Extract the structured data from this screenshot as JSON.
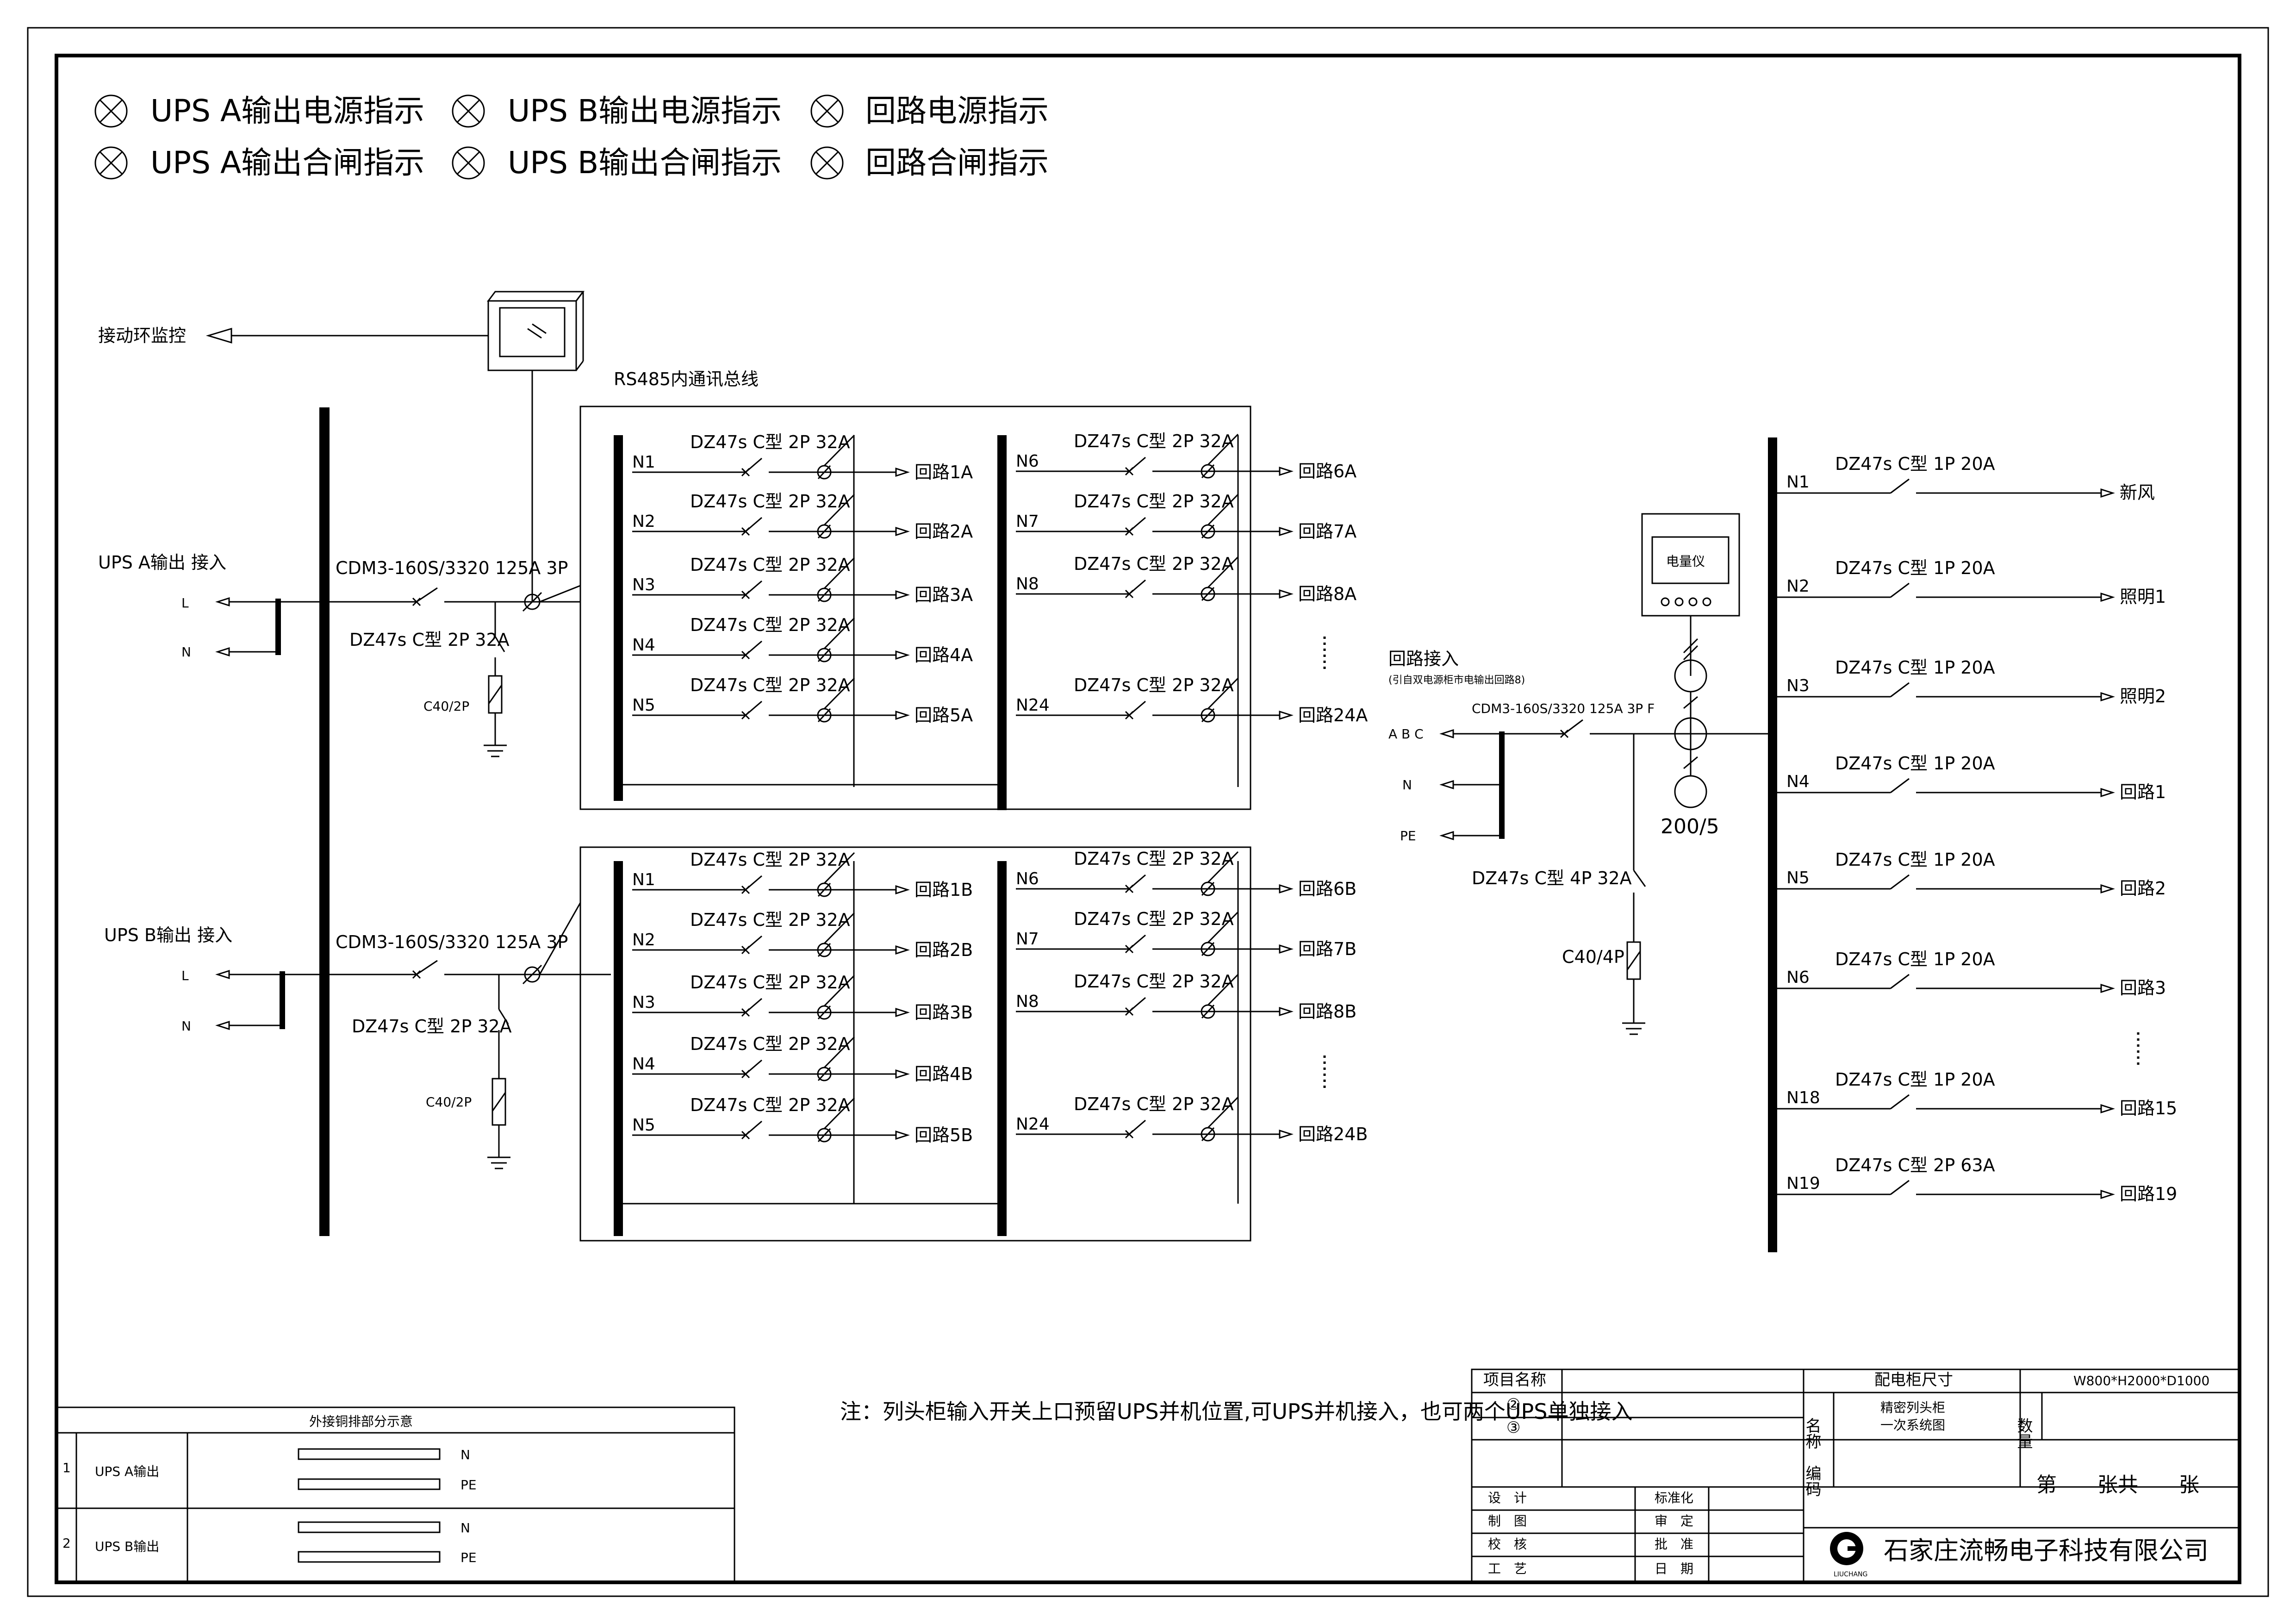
{
  "legend": {
    "items": [
      "UPS A输出电源指示",
      "UPS B输出电源指示",
      "回路电源指示",
      "UPS A输出合闸指示",
      "UPS B输出合闸指示",
      "回路合闸指示"
    ]
  },
  "left": {
    "monitor_label": "接动环监控",
    "rs485_label": "RS485内通讯总线",
    "input_a": {
      "title": "UPS A输出 接入",
      "l": "L",
      "n": "N",
      "main_breaker": "CDM3-160S/3320 125A 3P",
      "spd_breaker": "DZ47s C型 2P 32A",
      "spd": "C40/2P"
    },
    "input_b": {
      "title": "UPS B输出 接入",
      "l": "L",
      "n": "N",
      "main_breaker": "CDM3-160S/3320 125A 3P",
      "spd_breaker": "DZ47s C型 2P 32A",
      "spd": "C40/2P"
    },
    "branch_breaker": "DZ47s C型 2P 32A",
    "group_a": {
      "col1": [
        {
          "node": "N1",
          "circuit": "回路1A"
        },
        {
          "node": "N2",
          "circuit": "回路2A"
        },
        {
          "node": "N3",
          "circuit": "回路3A"
        },
        {
          "node": "N4",
          "circuit": "回路4A"
        },
        {
          "node": "N5",
          "circuit": "回路5A"
        }
      ],
      "col2": [
        {
          "node": "N6",
          "circuit": "回路6A"
        },
        {
          "node": "N7",
          "circuit": "回路7A"
        },
        {
          "node": "N8",
          "circuit": "回路8A"
        },
        {
          "node": "N24",
          "circuit": "回路24A"
        }
      ]
    },
    "group_b": {
      "col1": [
        {
          "node": "N1",
          "circuit": "回路1B"
        },
        {
          "node": "N2",
          "circuit": "回路2B"
        },
        {
          "node": "N3",
          "circuit": "回路3B"
        },
        {
          "node": "N4",
          "circuit": "回路4B"
        },
        {
          "node": "N5",
          "circuit": "回路5B"
        }
      ],
      "col2": [
        {
          "node": "N6",
          "circuit": "回路6B"
        },
        {
          "node": "N7",
          "circuit": "回路7B"
        },
        {
          "node": "N8",
          "circuit": "回路8B"
        },
        {
          "node": "N24",
          "circuit": "回路24B"
        }
      ]
    }
  },
  "right": {
    "input_title": "回路接入",
    "input_subtitle": "(引自双电源柜市电输出回路8)",
    "abc": "A B C",
    "n": "N",
    "pe": "PE",
    "main_breaker": "CDM3-160S/3320 125A 3P F",
    "meter": "电量仪",
    "ct": "200/5",
    "spd_breaker": "DZ47s C型 4P 32A",
    "spd": "C40/4P",
    "outputs": [
      {
        "node": "N1",
        "breaker": "DZ47s C型 1P 20A",
        "circuit": "新风"
      },
      {
        "node": "N2",
        "breaker": "DZ47s C型 1P 20A",
        "circuit": "照明1"
      },
      {
        "node": "N3",
        "breaker": "DZ47s C型 1P 20A",
        "circuit": "照明2"
      },
      {
        "node": "N4",
        "breaker": "DZ47s C型 1P 20A",
        "circuit": "回路1"
      },
      {
        "node": "N5",
        "breaker": "DZ47s C型 1P 20A",
        "circuit": "回路2"
      },
      {
        "node": "N6",
        "breaker": "DZ47s C型 1P 20A",
        "circuit": "回路3"
      },
      {
        "node": "N18",
        "breaker": "DZ47s C型 1P 20A",
        "circuit": "回路15"
      },
      {
        "node": "N19",
        "breaker": "DZ47s C型 2P 63A",
        "circuit": "回路19"
      }
    ]
  },
  "note": "注：列头柜输入开关上口预留UPS并机位置,可UPS并机接入，也可两个UPS单独接入",
  "copper": {
    "title": "外接铜排部分示意",
    "rows": [
      {
        "no": "1",
        "name": "UPS A输出",
        "bars": [
          "N",
          "PE"
        ]
      },
      {
        "no": "2",
        "name": "UPS B输出",
        "bars": [
          "N",
          "PE"
        ]
      }
    ]
  },
  "title_block": {
    "project_label": "项目名称",
    "row2": "②",
    "row3": "③",
    "design": "设　计",
    "draw": "制　图",
    "check": "校　核",
    "process": "工　艺",
    "standard": "标准化",
    "review": "审　定",
    "approve": "批　准",
    "date": "日　期",
    "size_label": "配电柜尺寸",
    "size_value": "W800*H2000*D1000",
    "name_label": "名称",
    "name_value_1": "精密列头柜",
    "name_value_2": "一次系统图",
    "qty_label": "数量",
    "code_label": "编码",
    "sheet": "第　　张共　　张",
    "company": "石家庄流畅电子科技有限公司",
    "logo_text": "LIUCHANG"
  },
  "colors": {
    "line": "#000000",
    "background": "#ffffff"
  }
}
